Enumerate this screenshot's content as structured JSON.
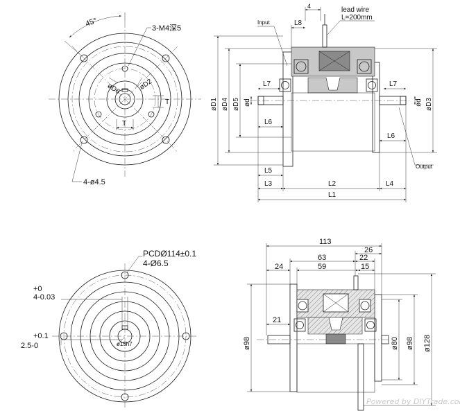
{
  "top_left": {
    "angle": "45°",
    "thread": "3-M4深5",
    "label_d6": "øD6",
    "label_d2": "øD2",
    "label_t1": "T",
    "label_t2": "T",
    "holes": "4-ø4.5"
  },
  "top_right": {
    "dim_4": "4",
    "lead_wire_1": "lead wire",
    "lead_wire_2": "L=200mm",
    "l8": "L8",
    "input": "Input",
    "output": "Output",
    "l7_left": "L7",
    "l7_right": "L7",
    "l6_left": "L6",
    "l6_right": "L6",
    "l5": "L5",
    "l3": "L3",
    "l2": "L2",
    "l4": "L4",
    "l1": "L1",
    "d1": "øD1",
    "d4": "øD4",
    "d5": "øD5",
    "d_left": "ød",
    "d_right": "ød",
    "d3": "øD3"
  },
  "bottom_left": {
    "pcd": "PCDØ114±0.1",
    "holes": "4-Ø6.5",
    "tol1_upper": "+0",
    "tol1_lower": "4-0.03",
    "tol2_upper": "+0.1",
    "tol2_lower": "2.5-0",
    "shaft": "ø15h7"
  },
  "bottom_right": {
    "d113": "113",
    "d26": "26",
    "d63": "63",
    "d22": "22",
    "d24": "24",
    "d59": "59",
    "d15": "15",
    "d21": "21",
    "d98_left": "ø98",
    "d80": "ø80",
    "d98_right": "ø98",
    "d128": "ø128"
  },
  "watermark": "Powered by DIYTrade.com"
}
